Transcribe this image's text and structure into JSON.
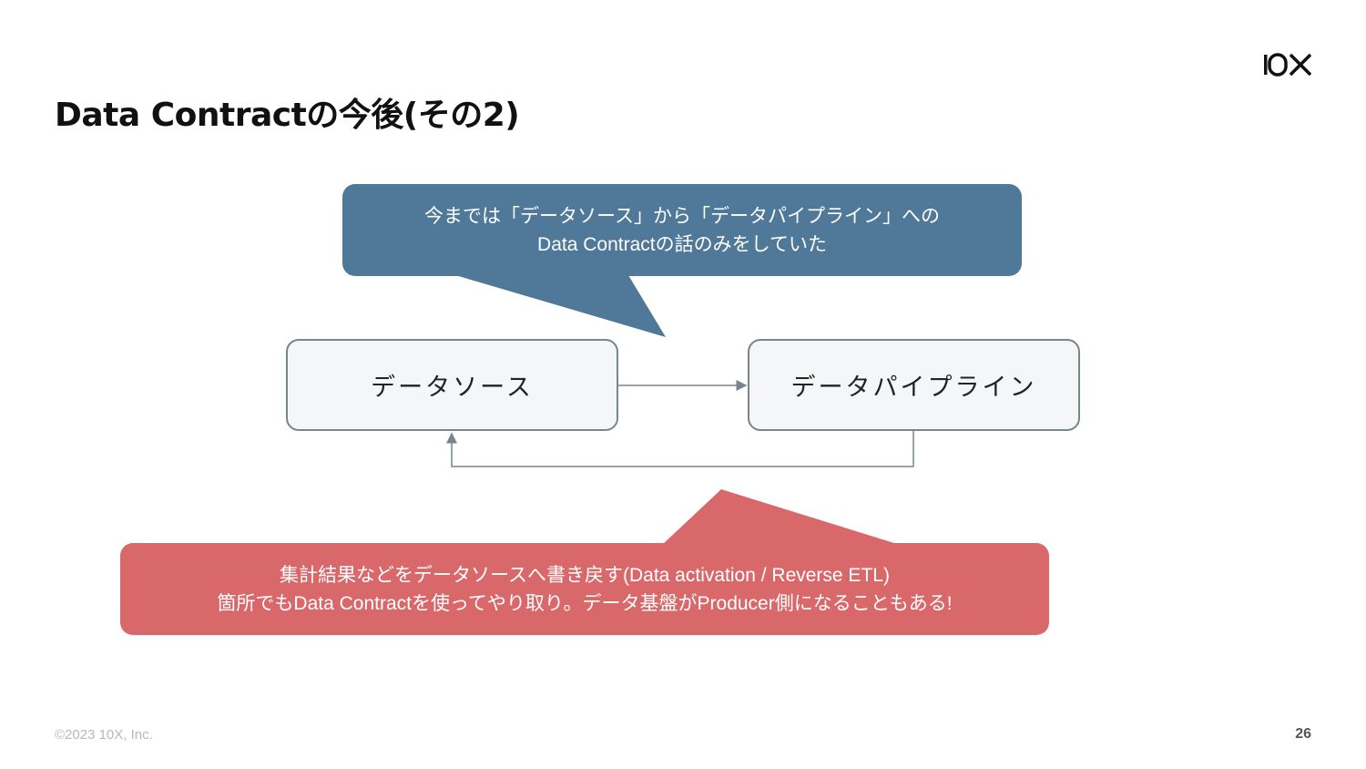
{
  "slide": {
    "title": "Data Contractの今後(その2)",
    "logo": "10X",
    "footer_copyright": "©2023 10X, Inc.",
    "page_number": "26"
  },
  "diagram": {
    "nodes": [
      {
        "id": "source",
        "label": "データソース"
      },
      {
        "id": "pipeline",
        "label": "データパイプライン"
      }
    ],
    "edges": [
      {
        "from": "source",
        "to": "pipeline"
      },
      {
        "from": "pipeline",
        "to": "source"
      }
    ],
    "callouts": {
      "top": {
        "line1": "今までは「データソース」から「データパイプライン」への",
        "line2": "Data Contractの話のみをしていた",
        "color": "#4f7899"
      },
      "bottom": {
        "line1": "集計結果などをデータソースへ書き戻す(Data activation / Reverse ETL)",
        "line2": "箇所でもData Contractを使ってやり取り。データ基盤がProducer側になることもある!",
        "color": "#d9686a"
      }
    },
    "edge_color": "#77858f"
  }
}
